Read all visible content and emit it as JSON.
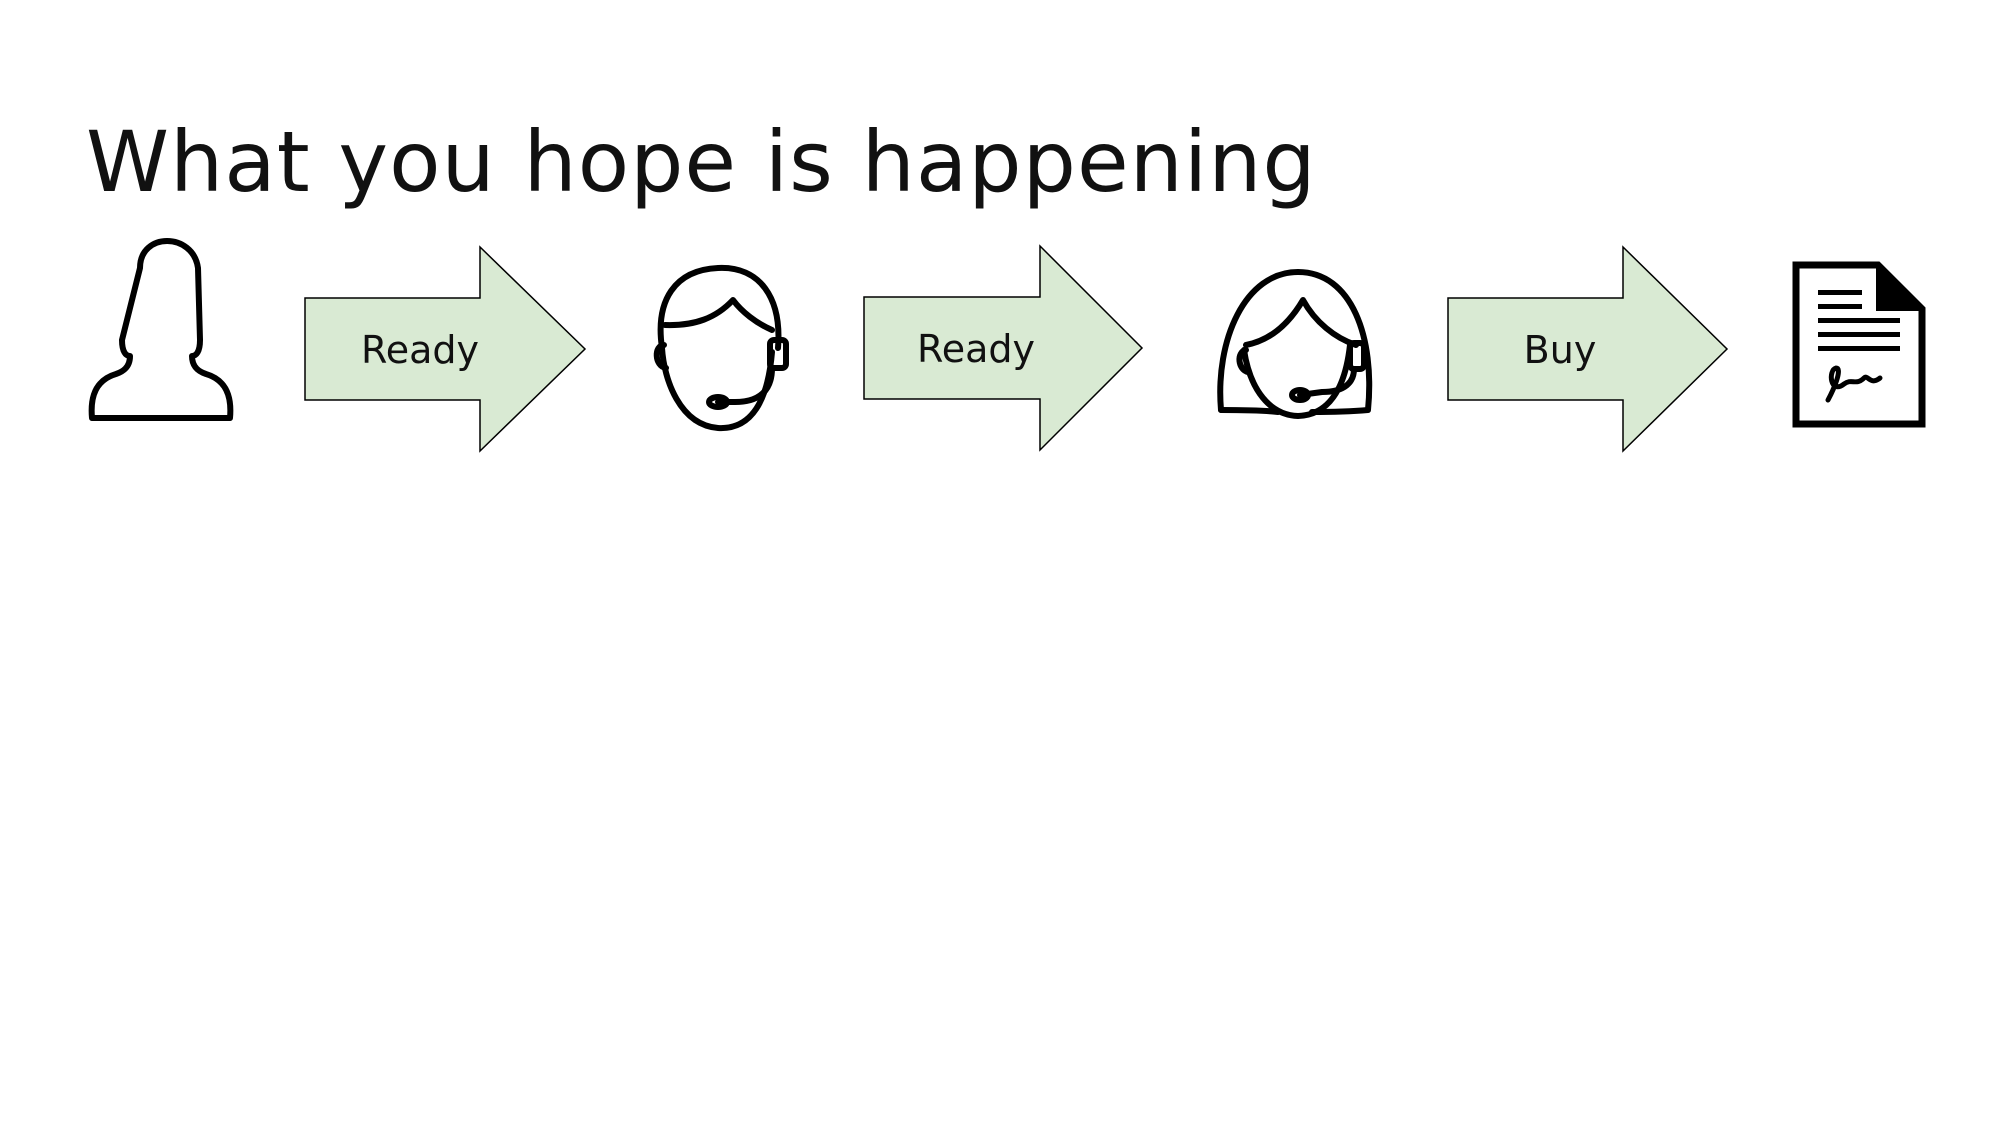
{
  "slide": {
    "title": "What you hope is happening"
  },
  "flow": {
    "steps": [
      {
        "icon": "person-woman-icon"
      },
      {
        "icon": "agent-man-headset-icon"
      },
      {
        "icon": "agent-woman-headset-icon"
      },
      {
        "icon": "signed-document-icon"
      }
    ],
    "arrows": [
      {
        "label": "Ready"
      },
      {
        "label": "Ready"
      },
      {
        "label": "Buy"
      }
    ]
  },
  "colors": {
    "arrow_fill": "#d9ead3",
    "arrow_stroke": "#000000",
    "text": "#111111"
  }
}
